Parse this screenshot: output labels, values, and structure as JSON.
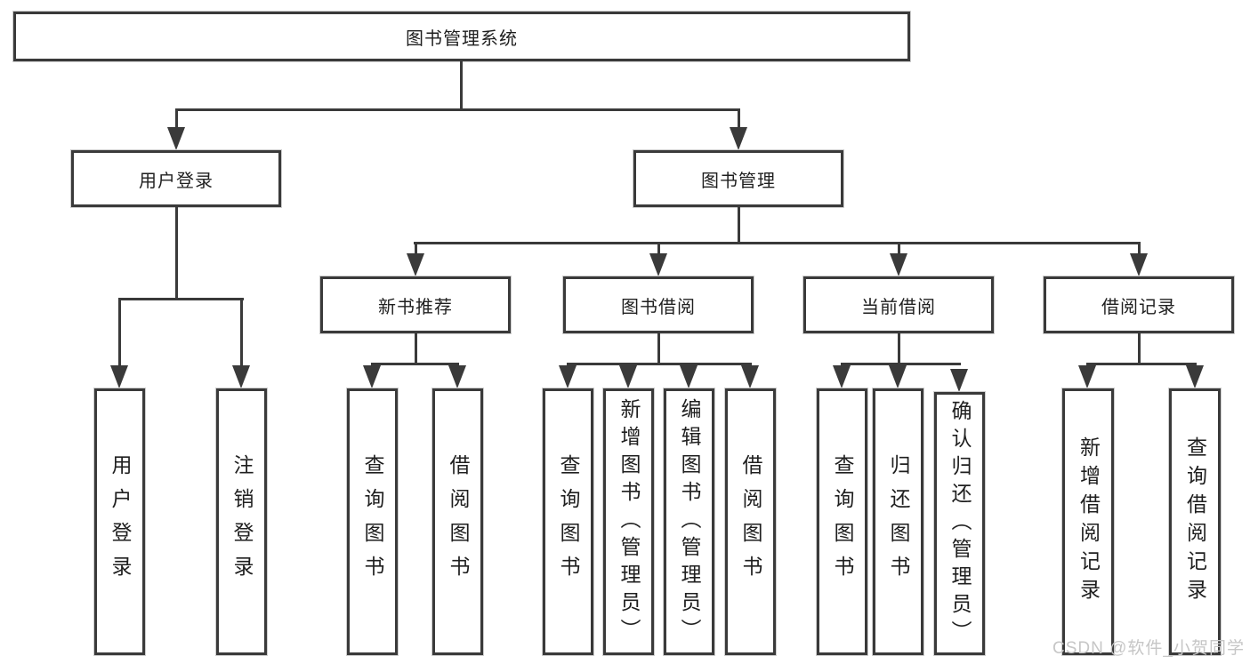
{
  "diagram": {
    "title": "图书管理系统",
    "groups": [
      {
        "label": "用户登录",
        "leaves": [
          "用户登录",
          "注销登录"
        ]
      },
      {
        "label": "图书管理",
        "subgroups": [
          {
            "label": "新书推荐",
            "leaves": [
              "查询图书",
              "借阅图书"
            ]
          },
          {
            "label": "图书借阅",
            "leaves": [
              "查询图书",
              "新增图书（管理员）",
              "编辑图书（管理员）",
              "借阅图书"
            ]
          },
          {
            "label": "当前借阅",
            "leaves": [
              "查询图书",
              "归还图书",
              "确认归还（管理员）"
            ]
          },
          {
            "label": "借阅记录",
            "leaves": [
              "新增借阅记录",
              "查询借阅记录"
            ]
          }
        ]
      }
    ]
  },
  "watermark": {
    "text": "CSDN @软件_小贺同学",
    "color": "#c6c6c6"
  },
  "colors": {
    "line": "#3a3a3a",
    "box_border": "#3a3a3a",
    "box_fill": "#ffffff",
    "text": "#1f1f1f",
    "background": "#ffffff"
  }
}
